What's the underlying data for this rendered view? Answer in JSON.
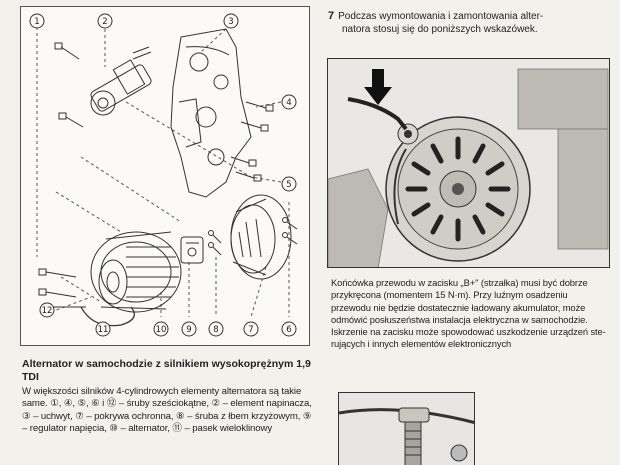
{
  "figure_left": {
    "callouts": [
      "1",
      "2",
      "3",
      "4",
      "5",
      "6",
      "7",
      "8",
      "9",
      "10",
      "11",
      "12"
    ]
  },
  "caption_left": {
    "title": "Alternator w samochodzie z silnikiem wysokoprężnym 1,9 TDI",
    "body": "W większości silników 4-cylindrowych elementy alternatora są takie same. ①, ④, ⑤, ⑥ i ⑫ – śruby sześciokątne, ② – element napinacza, ③ – uchwyt, ⑦ – pokrywa ochronna, ⑧ – śruba z łbem krzyżowym, ⑨ – regulator napięcia, ⑩ – alternator, ⑪ – pasek wieloklinowy"
  },
  "step": {
    "number": "7",
    "text_line1": "Podczas wymontowania i zamontowania alter-",
    "text_line2": "natora stosuj się do poniższych wskazówek."
  },
  "photo1": {
    "caption": "Końcówka przewodu w zacisku „B+\" (strzałka) musi być dobrze przykręcona (momentem 15 N·m). Przy luźnym osadzeniu przewodu nie będzie dostatecznie ładowany akumulator, może odmówić posłuszeństwa instalacja elektryczna w samochodzie. Iskrzenie na zacisku może spowodować uszkodzenie urządzeń ste-rujących i innych elementów elektronicznych"
  },
  "colors": {
    "paper": "#f3f1ec",
    "ink": "#222222",
    "arrow": "#111111"
  }
}
